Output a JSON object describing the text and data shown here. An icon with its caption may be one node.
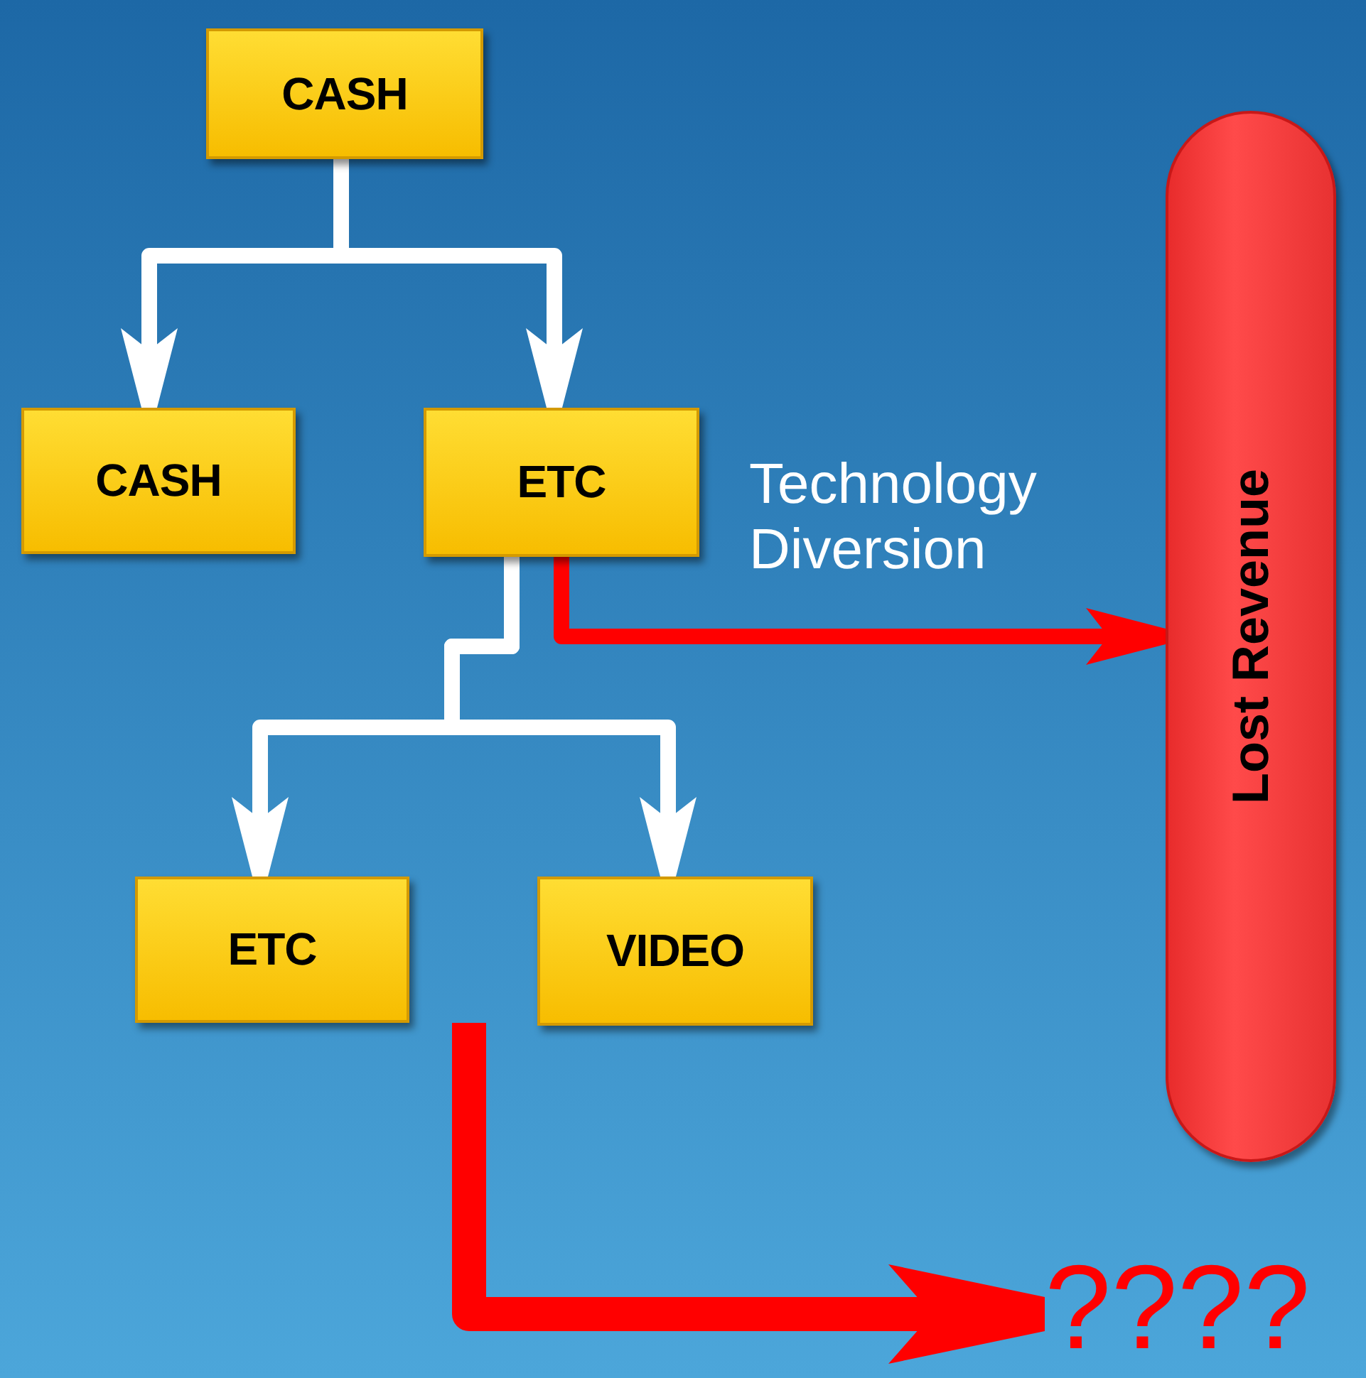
{
  "diagram": {
    "nodes": [
      {
        "text": [
          "CASH"
        ]
      },
      {
        "text": [
          "CASH"
        ]
      },
      {
        "text": [
          "ETC"
        ]
      },
      {
        "text": [
          "ETC"
        ]
      },
      {
        "text": [
          "VIDEO"
        ]
      },
      {
        "text": [
          "Lost Revenue"
        ]
      },
      {
        "text": [
          "????"
        ]
      }
    ],
    "edges": [
      {
        "from": 0,
        "to": 1,
        "arrow": "to"
      },
      {
        "from": 0,
        "to": 2,
        "arrow": "to"
      },
      {
        "from": 2,
        "to": 3,
        "arrow": "to"
      },
      {
        "from": 2,
        "to": 4,
        "arrow": "to"
      },
      {
        "from": 2,
        "to": 5,
        "arrow": "to",
        "label": "Technology Diversion",
        "color": "#ff0000"
      },
      {
        "from": 3,
        "to": 6,
        "arrow": "to",
        "style": "thick",
        "color": "#ff0000"
      }
    ]
  }
}
